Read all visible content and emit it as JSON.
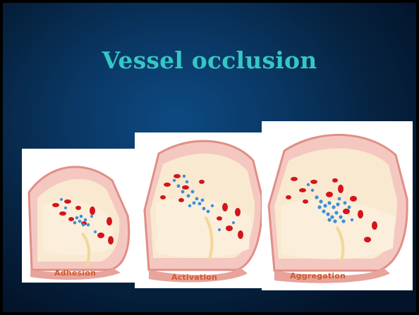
{
  "slide": {
    "title": "Vessel occlusion"
  },
  "panels": [
    {
      "caption": "Adhesion"
    },
    {
      "caption": "Activation"
    },
    {
      "caption": "Aggregation"
    }
  ],
  "colors": {
    "background": "#0a3866",
    "title": "#35c7c4",
    "caption": "#d05a2a",
    "vessel_wall": "#f0b7b2",
    "red_cell": "#d2151c",
    "platelet": "#3d8fd6"
  }
}
